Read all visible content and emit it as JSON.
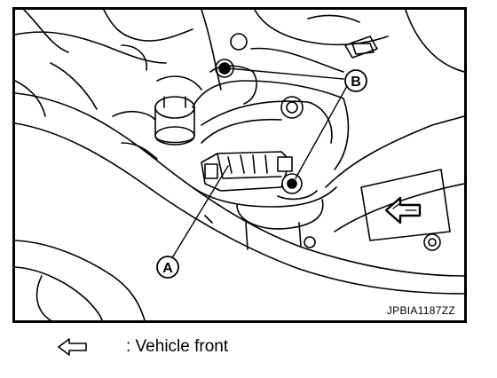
{
  "figure": {
    "id_label": "JPBIA1187ZZ",
    "callouts": {
      "a": "A",
      "b": "B"
    }
  },
  "legend": {
    "icon": "hollow-left-arrow-icon",
    "text": ": Vehicle front"
  }
}
